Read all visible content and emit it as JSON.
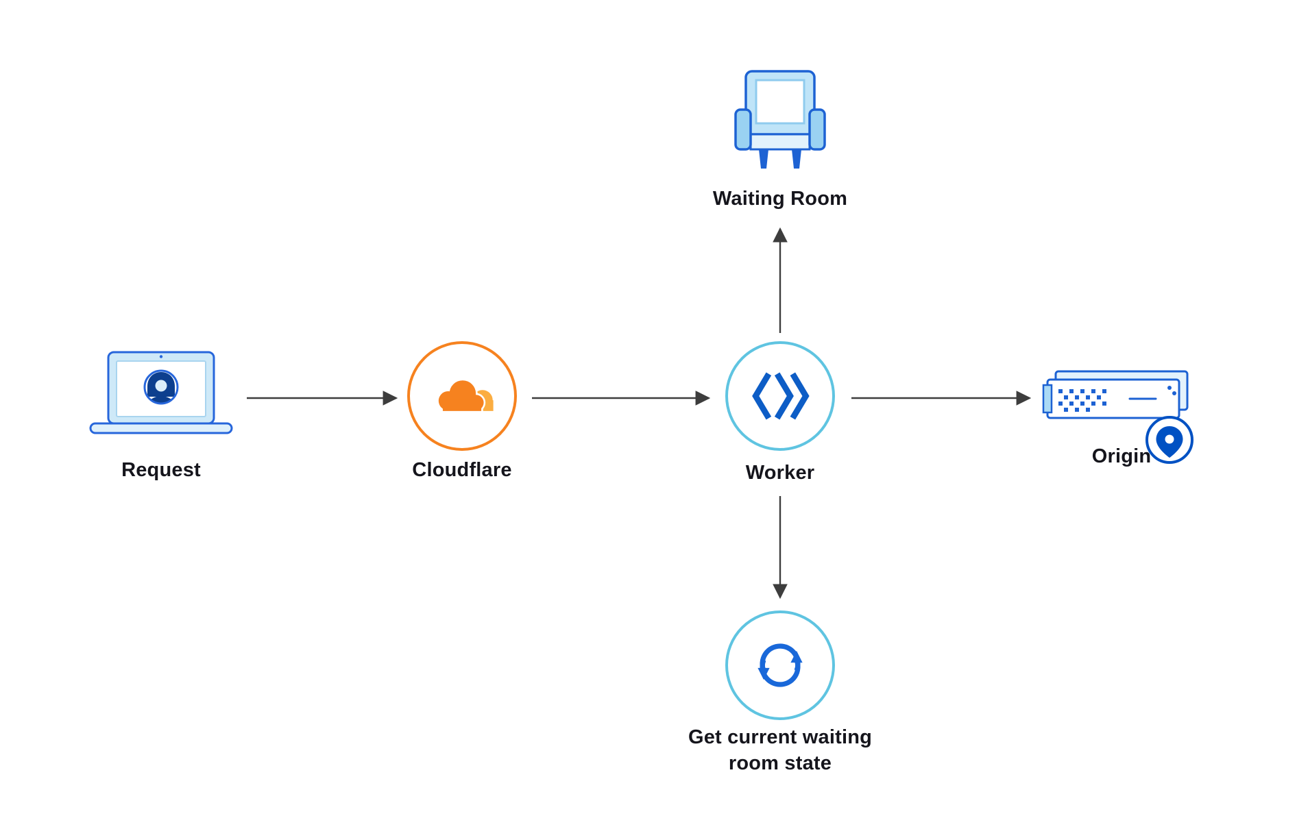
{
  "diagram": {
    "nodes": {
      "request": {
        "label": "Request",
        "icon": "laptop-user-icon"
      },
      "cloudflare": {
        "label": "Cloudflare",
        "icon": "cloudflare-logo"
      },
      "worker": {
        "label": "Worker",
        "icon": "workers-logo"
      },
      "waiting_room": {
        "label": "Waiting Room",
        "icon": "chair-icon"
      },
      "get_state": {
        "label": "Get current waiting room state",
        "icon": "sync-icon"
      },
      "origin": {
        "label": "Origin",
        "icon": "server-location-icon"
      }
    },
    "edges": [
      {
        "from": "request",
        "to": "cloudflare"
      },
      {
        "from": "cloudflare",
        "to": "worker"
      },
      {
        "from": "worker",
        "to": "waiting_room"
      },
      {
        "from": "worker",
        "to": "origin"
      },
      {
        "from": "worker",
        "to": "get_state"
      }
    ],
    "colors": {
      "cloudflare_orange": "#F6821F",
      "cloudflare_orange_light": "#FBAD41",
      "blue": "#0051C3",
      "medium_blue": "#1D62D3",
      "light_blue_fill": "#BFE4F8",
      "circle_border_blue": "#5FC4E1",
      "arrow": "#3D3D3D",
      "label_text": "#15151C",
      "background": "#FFFFFF"
    }
  }
}
